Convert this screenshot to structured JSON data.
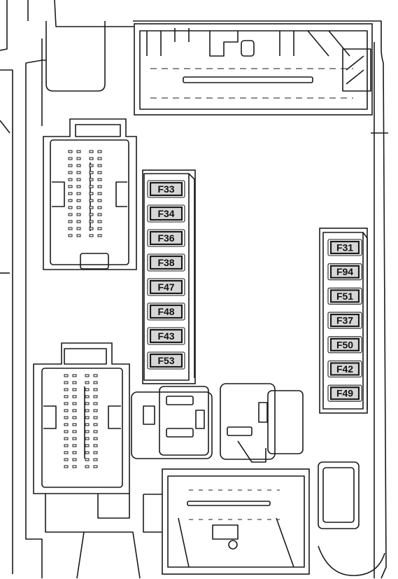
{
  "colors": {
    "line": "#1a1a1a",
    "fuse_fill": "#d6d6d6",
    "background": "#ffffff"
  },
  "fuse_column_left": [
    "F33",
    "F34",
    "F36",
    "F38",
    "F47",
    "F48",
    "F43",
    "F53"
  ],
  "fuse_column_right": [
    "F31",
    "F94",
    "F51",
    "F37",
    "F50",
    "F42",
    "F49"
  ]
}
